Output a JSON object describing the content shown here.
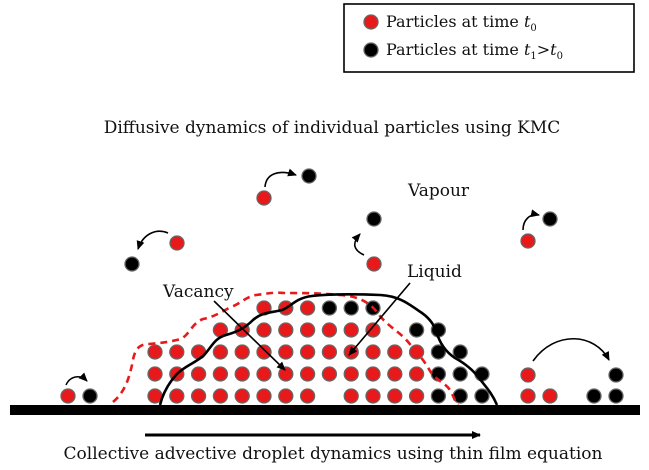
{
  "legend": {
    "item1": {
      "text": "Particles at time ",
      "sym": "t",
      "sub": "0",
      "color": "#e8191b"
    },
    "item2": {
      "text": "Particles at time ",
      "sym": "t",
      "sub1": "1",
      "gt": ">",
      "sym2": "t",
      "sub2": "0",
      "color": "#000000"
    }
  },
  "labels": {
    "heading": "Diffusive dynamics of individual particles using KMC",
    "vapour": "Vapour",
    "liquid": "Liquid",
    "vacancy": "Vacancy",
    "footer": "Collective advective droplet dynamics using thin film equation"
  },
  "colors": {
    "red_particle": "#e8191b",
    "black_particle": "#000000",
    "particle_stroke": "#666666",
    "dashed_outline": "#e8191b",
    "substrate": "#000000"
  }
}
